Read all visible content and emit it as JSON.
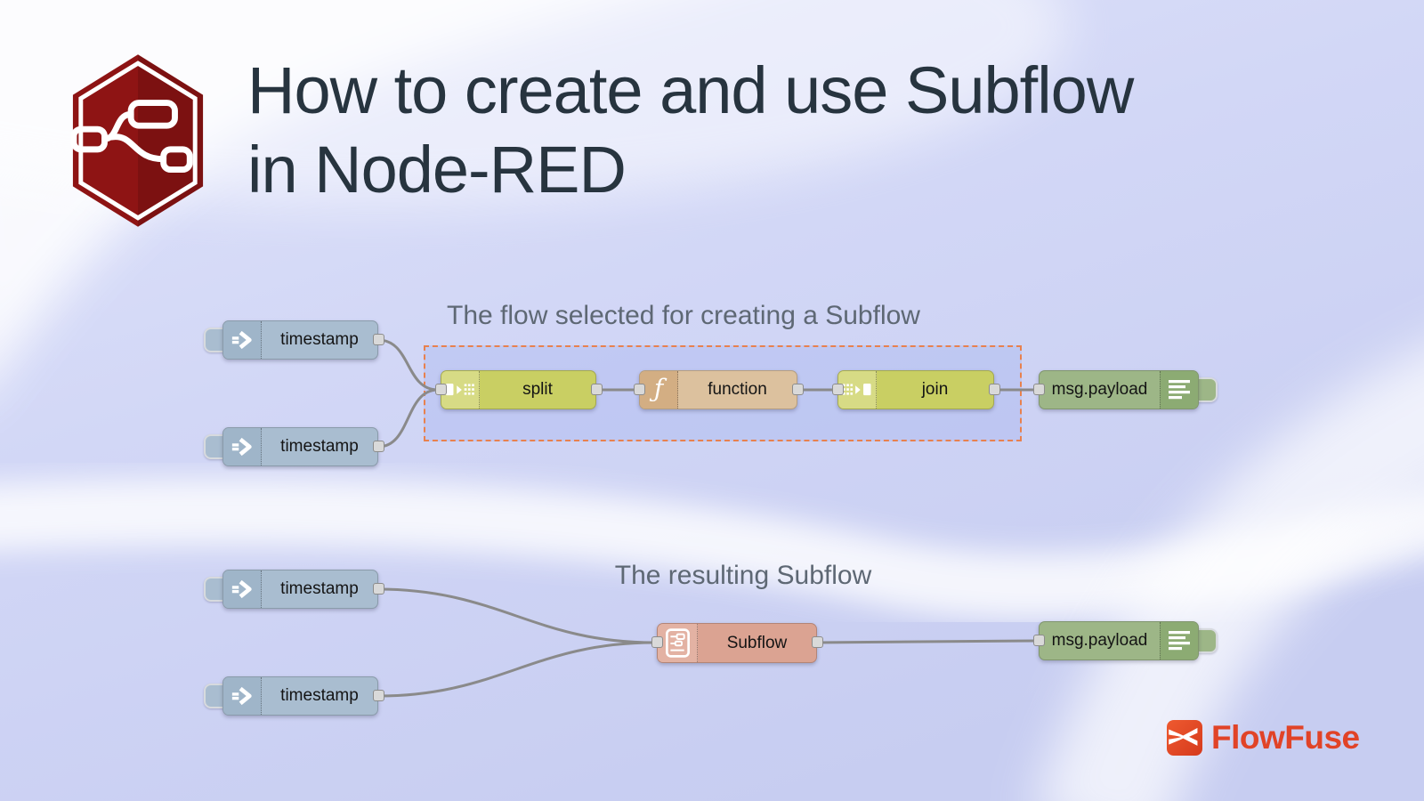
{
  "header": {
    "title_line1": "How to create and use Subflow",
    "title_line2": "in Node-RED"
  },
  "top_flow": {
    "caption": "The flow selected for creating a Subflow",
    "nodes": [
      {
        "type": "inject",
        "label": "timestamp"
      },
      {
        "type": "inject",
        "label": "timestamp"
      },
      {
        "type": "split",
        "label": "split"
      },
      {
        "type": "function",
        "label": "function"
      },
      {
        "type": "join",
        "label": "join"
      },
      {
        "type": "debug",
        "label": "msg.payload"
      }
    ]
  },
  "bottom_flow": {
    "caption": "The resulting Subflow",
    "nodes": [
      {
        "type": "inject",
        "label": "timestamp"
      },
      {
        "type": "inject",
        "label": "timestamp"
      },
      {
        "type": "subflow",
        "label": "Subflow"
      },
      {
        "type": "debug",
        "label": "msg.payload"
      }
    ]
  },
  "footer": {
    "brand": "FlowFuse"
  },
  "colors": {
    "inject_node": "#a9bdd0",
    "split_join_node": "#c9cf63",
    "function_node": "#dcc19e",
    "subflow_node": "#dba392",
    "debug_node": "#9db687",
    "selection_border": "#e8814e",
    "wire": "#8a8a8a",
    "title_text": "#27343f",
    "caption_text": "#5e6874",
    "brand_red": "#e14327",
    "nodered_logo_red": "#8e1414",
    "background_lavender": "#d2d7f6"
  }
}
